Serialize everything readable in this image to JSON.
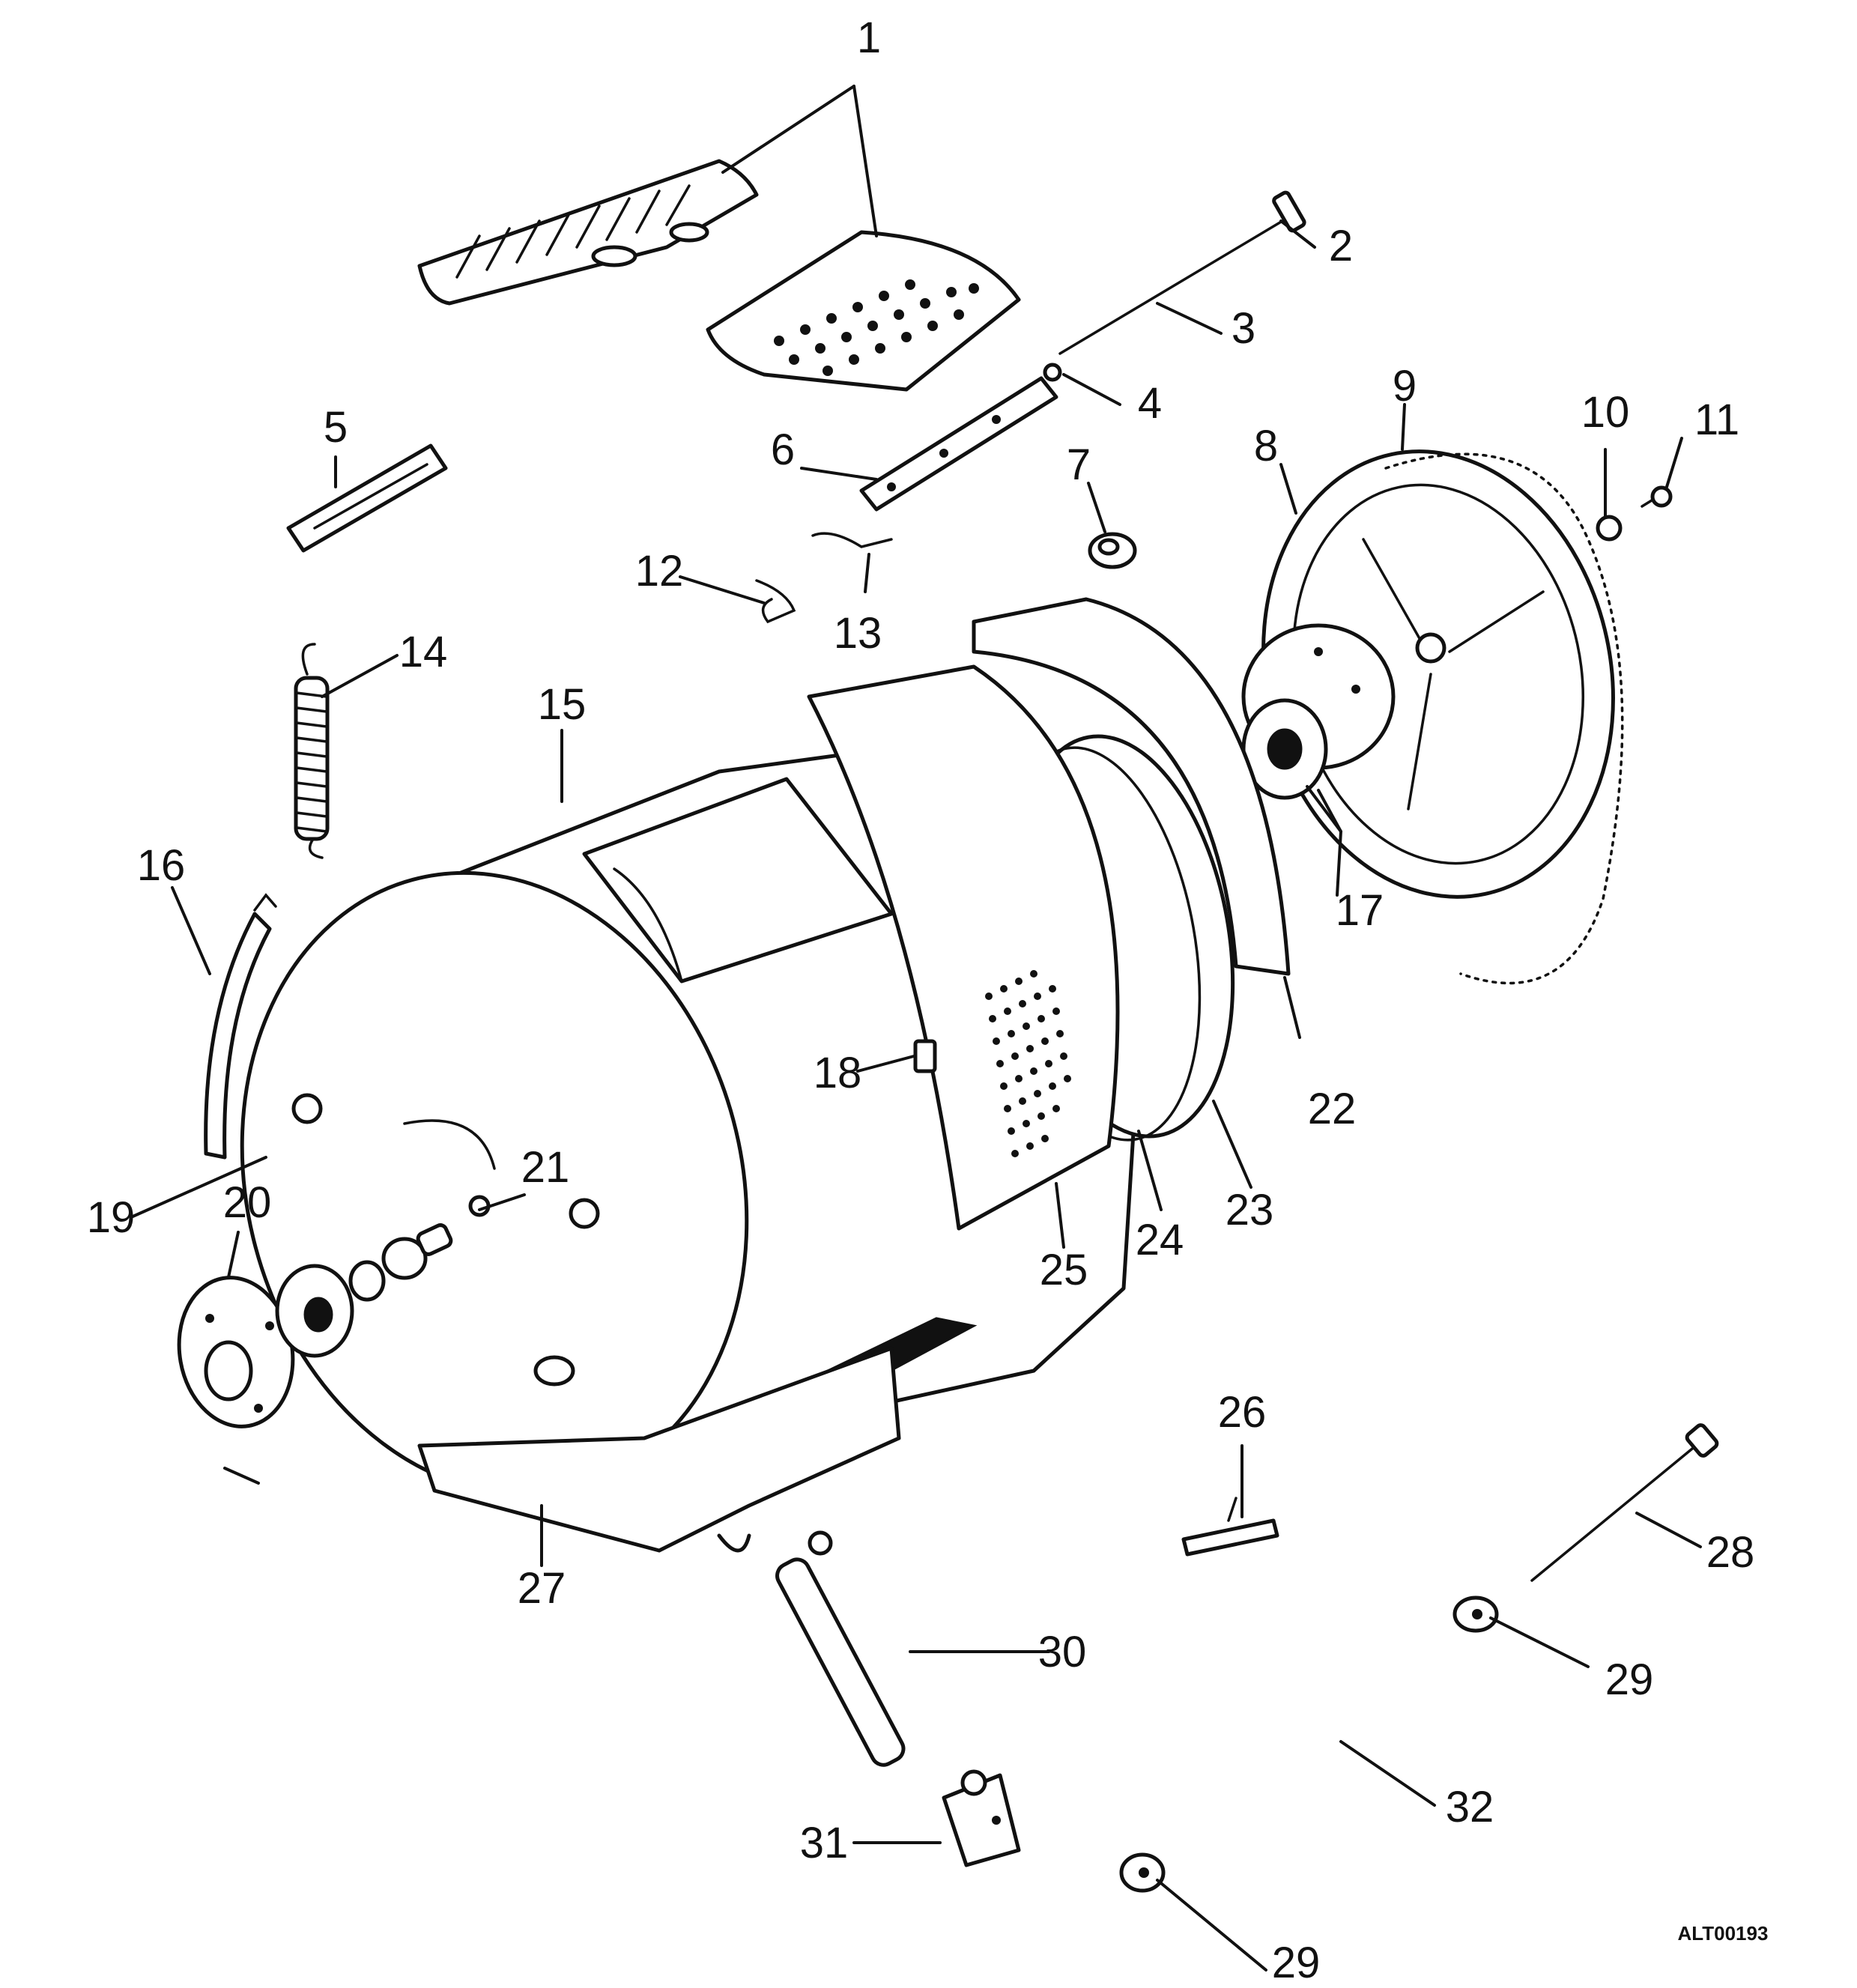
{
  "diagram": {
    "callouts": [
      "1",
      "2",
      "3",
      "4",
      "5",
      "6",
      "7",
      "8",
      "9",
      "10",
      "11",
      "12",
      "13",
      "14",
      "15",
      "16",
      "17",
      "18",
      "19",
      "20",
      "21",
      "22",
      "23",
      "24",
      "25",
      "26",
      "27",
      "28",
      "29",
      "29",
      "30",
      "31",
      "32"
    ],
    "reference_code": "ALT00193"
  }
}
